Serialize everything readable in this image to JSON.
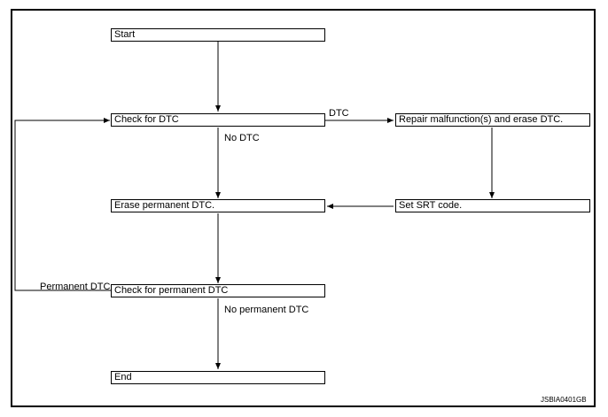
{
  "nodes": {
    "start": "Start",
    "check_dtc": "Check for DTC",
    "repair": "Repair malfunction(s) and erase DTC.",
    "erase_permanent": "Erase permanent DTC.",
    "set_srt": "Set SRT code.",
    "check_permanent": "Check for permanent DTC",
    "end": "End"
  },
  "edge_labels": {
    "dtc": "DTC",
    "no_dtc": "No DTC",
    "permanent_dtc": "Permanent DTC",
    "no_permanent_dtc": "No permanent DTC"
  },
  "figure_code": "JSBIA0401GB"
}
